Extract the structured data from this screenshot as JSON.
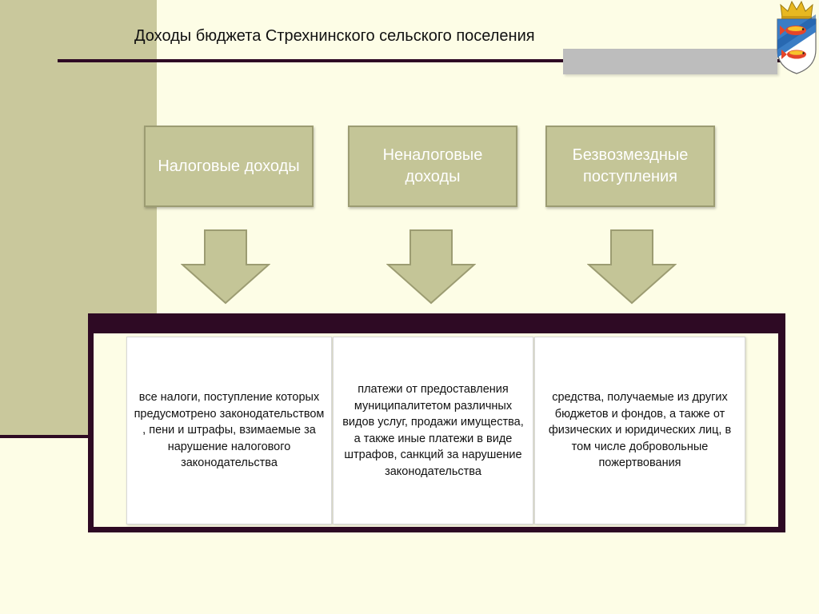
{
  "title": "Доходы  бюджета Стрехнинского сельского поселения",
  "emblem": {
    "icon": "coat-of-arms-two-fish-icon"
  },
  "categories": [
    {
      "label": "Налоговые доходы"
    },
    {
      "label": "Неналоговые доходы"
    },
    {
      "label": "Безвозмездные поступления"
    }
  ],
  "descriptions": [
    {
      "text": "все налоги, поступление которых предусмотрено законодательством , пени и штрафы, взимаемые за нарушение налогового законодательства"
    },
    {
      "text": "платежи от предоставления муниципалитетом различных видов услуг, продажи имущества, а также иные платежи в виде штрафов, санкций за нарушение законодательства"
    },
    {
      "text": "средства, получаемые из других бюджетов и фондов, а также  от физических и юридических лиц, в том числе добровольные пожертвования"
    }
  ],
  "colors": {
    "background": "#fdfde6",
    "accent_panel": "#c9c89c",
    "category_fill": "#c4c597",
    "frame_dark": "#2e0a24",
    "grey_bar": "#bdbdbd"
  }
}
